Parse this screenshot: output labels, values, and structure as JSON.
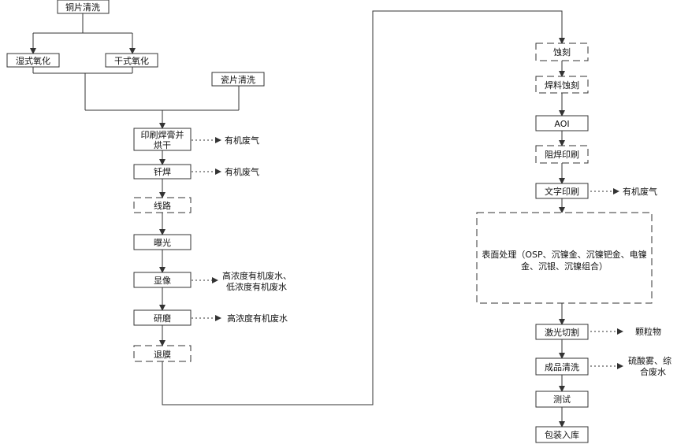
{
  "steps": {
    "copper_clean": "铜片清洗",
    "wet_oxidation": "湿式氧化",
    "dry_oxidation": "干式氧化",
    "ceramic_clean": "瓷片清洗",
    "print_paste_1": "印刷焊膏并",
    "print_paste_2": "烘干",
    "brazing": "钎焊",
    "circuit": "线路",
    "exposure": "曝光",
    "develop": "显像",
    "grinding": "研磨",
    "stripping": "退膜",
    "etching": "蚀刻",
    "solder_etch": "焊料蚀刻",
    "aoi": "AOI",
    "solder_mask": "阻焊印刷",
    "text_print": "文字印刷",
    "surface_treatment": "表面处理（OSP、沉镍金、沉镍钯金、电镍金、沉银、沉镍组合）",
    "laser_cut": "激光切割",
    "final_clean": "成品清洗",
    "test": "测试",
    "pack": "包装入库"
  },
  "emissions": {
    "organic_gas_1": "有机废气",
    "organic_gas_2": "有机废气",
    "develop_water_1": "高浓度有机废水、",
    "develop_water_2": "低浓度有机废水",
    "grinding_water": "高浓度有机废水",
    "organic_gas_3": "有机废气",
    "particles": "颗粒物",
    "clean_waste_1": "硫酸雾、综",
    "clean_waste_2": "合废水"
  }
}
